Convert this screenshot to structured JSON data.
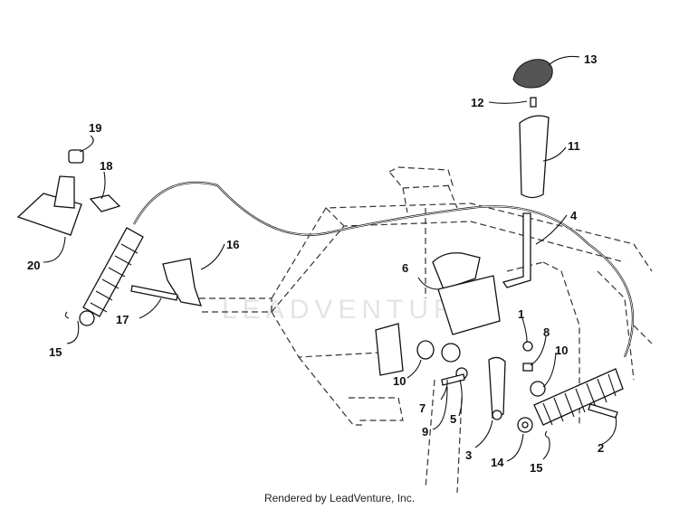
{
  "diagram": {
    "watermark": "LEADVENTURE",
    "callouts": [
      {
        "id": "c1",
        "text": "1"
      },
      {
        "id": "c2",
        "text": "2"
      },
      {
        "id": "c3",
        "text": "3"
      },
      {
        "id": "c4",
        "text": "4"
      },
      {
        "id": "c5",
        "text": "5"
      },
      {
        "id": "c6",
        "text": "6"
      },
      {
        "id": "c7",
        "text": "7"
      },
      {
        "id": "c8",
        "text": "8"
      },
      {
        "id": "c9",
        "text": "9"
      },
      {
        "id": "c10a",
        "text": "10"
      },
      {
        "id": "c10b",
        "text": "10"
      },
      {
        "id": "c11",
        "text": "11"
      },
      {
        "id": "c12",
        "text": "12"
      },
      {
        "id": "c13",
        "text": "13"
      },
      {
        "id": "c14",
        "text": "14"
      },
      {
        "id": "c15a",
        "text": "15"
      },
      {
        "id": "c15b",
        "text": "15"
      },
      {
        "id": "c16",
        "text": "16"
      },
      {
        "id": "c17",
        "text": "17"
      },
      {
        "id": "c18",
        "text": "18"
      },
      {
        "id": "c19",
        "text": "19"
      },
      {
        "id": "c20",
        "text": "20"
      }
    ]
  },
  "footer": "Rendered by LeadVenture, Inc."
}
